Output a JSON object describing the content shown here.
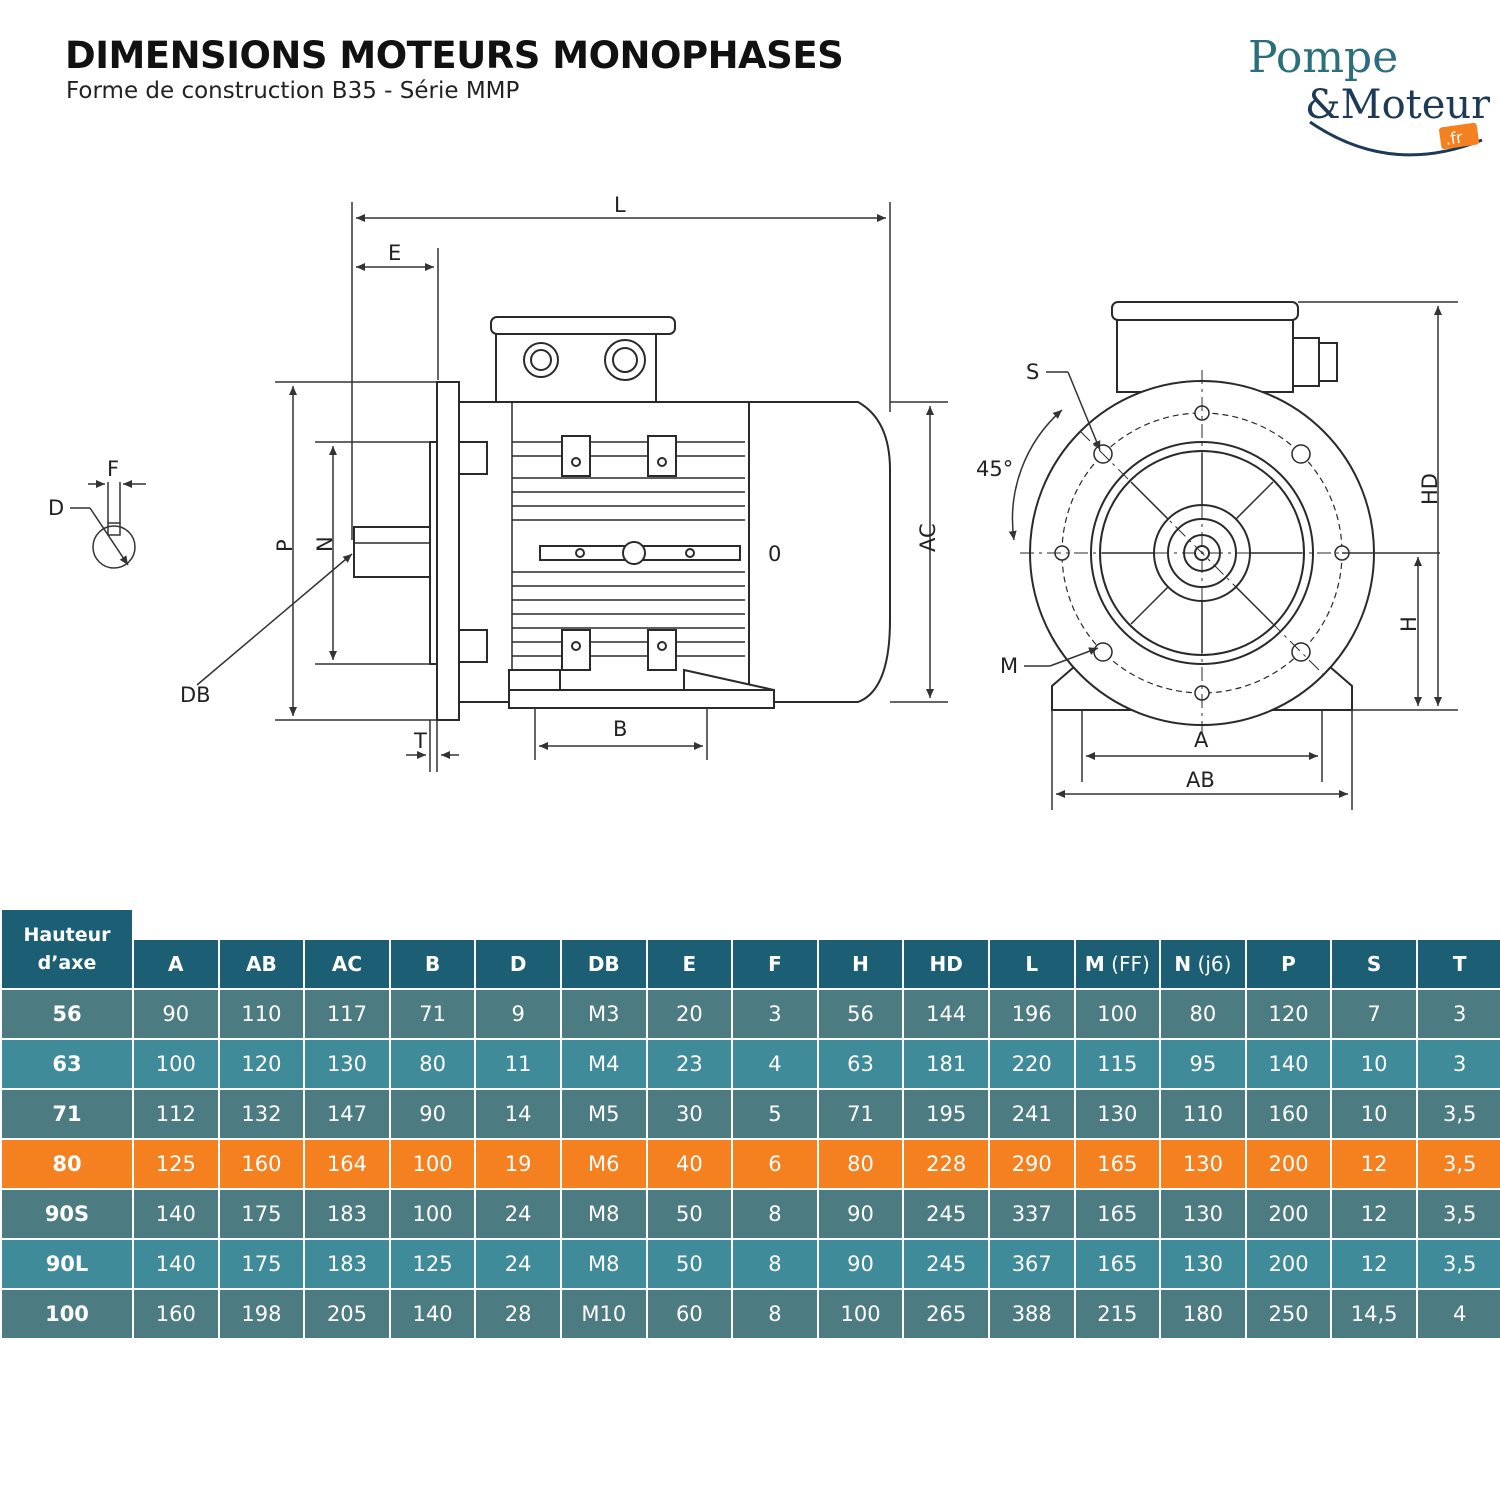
{
  "header": {
    "title": "DIMENSIONS MOTEURS MONOPHASES",
    "subtitle": "Forme de construction B35 - Série MMP"
  },
  "logo": {
    "line1": "Pompe",
    "line2": "&Moteur",
    "tld": ".fr"
  },
  "drawing": {
    "labels": {
      "L": "L",
      "E": "E",
      "F": "F",
      "D": "D",
      "P": "P",
      "N": "N",
      "DB": "DB",
      "T": "T",
      "B": "B",
      "AC": "AC",
      "O": "0",
      "S": "S",
      "angle": "45°",
      "M": "M",
      "HD": "HD",
      "H": "H",
      "A": "A",
      "AB": "AB"
    }
  },
  "table": {
    "row_header_label_1": "Hauteur",
    "row_header_label_2": "d’axe",
    "columns": [
      {
        "key": "A",
        "label": "A",
        "suffix": ""
      },
      {
        "key": "AB",
        "label": "AB",
        "suffix": ""
      },
      {
        "key": "AC",
        "label": "AC",
        "suffix": ""
      },
      {
        "key": "B",
        "label": "B",
        "suffix": ""
      },
      {
        "key": "D",
        "label": "D",
        "suffix": ""
      },
      {
        "key": "DB",
        "label": "DB",
        "suffix": ""
      },
      {
        "key": "E",
        "label": "E",
        "suffix": ""
      },
      {
        "key": "F",
        "label": "F",
        "suffix": ""
      },
      {
        "key": "H",
        "label": "H",
        "suffix": ""
      },
      {
        "key": "HD",
        "label": "HD",
        "suffix": ""
      },
      {
        "key": "L",
        "label": "L",
        "suffix": ""
      },
      {
        "key": "M",
        "label": "M",
        "suffix": " (FF)"
      },
      {
        "key": "N",
        "label": "N",
        "suffix": " (j6)"
      },
      {
        "key": "P",
        "label": "P",
        "suffix": ""
      },
      {
        "key": "S",
        "label": "S",
        "suffix": ""
      },
      {
        "key": "T",
        "label": "T",
        "suffix": ""
      }
    ],
    "rows": [
      {
        "height": "56",
        "style": "dark",
        "values": [
          "90",
          "110",
          "117",
          "71",
          "9",
          "M3",
          "20",
          "3",
          "56",
          "144",
          "196",
          "100",
          "80",
          "120",
          "7",
          "3"
        ]
      },
      {
        "height": "63",
        "style": "light",
        "values": [
          "100",
          "120",
          "130",
          "80",
          "11",
          "M4",
          "23",
          "4",
          "63",
          "181",
          "220",
          "115",
          "95",
          "140",
          "10",
          "3"
        ]
      },
      {
        "height": "71",
        "style": "dark",
        "values": [
          "112",
          "132",
          "147",
          "90",
          "14",
          "M5",
          "30",
          "5",
          "71",
          "195",
          "241",
          "130",
          "110",
          "160",
          "10",
          "3,5"
        ]
      },
      {
        "height": "80",
        "style": "hl",
        "values": [
          "125",
          "160",
          "164",
          "100",
          "19",
          "M6",
          "40",
          "6",
          "80",
          "228",
          "290",
          "165",
          "130",
          "200",
          "12",
          "3,5"
        ]
      },
      {
        "height": "90S",
        "style": "dark",
        "values": [
          "140",
          "175",
          "183",
          "100",
          "24",
          "M8",
          "50",
          "8",
          "90",
          "245",
          "337",
          "165",
          "130",
          "200",
          "12",
          "3,5"
        ]
      },
      {
        "height": "90L",
        "style": "light",
        "values": [
          "140",
          "175",
          "183",
          "125",
          "24",
          "M8",
          "50",
          "8",
          "90",
          "245",
          "367",
          "165",
          "130",
          "200",
          "12",
          "3,5"
        ]
      },
      {
        "height": "100",
        "style": "dark",
        "values": [
          "160",
          "198",
          "205",
          "140",
          "28",
          "M10",
          "60",
          "8",
          "100",
          "265",
          "388",
          "215",
          "180",
          "250",
          "14,5",
          "4"
        ]
      }
    ]
  },
  "colors": {
    "header_bg": "#1c5e74",
    "row_dark": "#4c7c82",
    "row_light": "#3f8b9a",
    "row_highlight": "#f4801f",
    "logo_teal": "#2b6f7c",
    "logo_navy": "#1d3a57",
    "logo_orange": "#f4801f"
  }
}
